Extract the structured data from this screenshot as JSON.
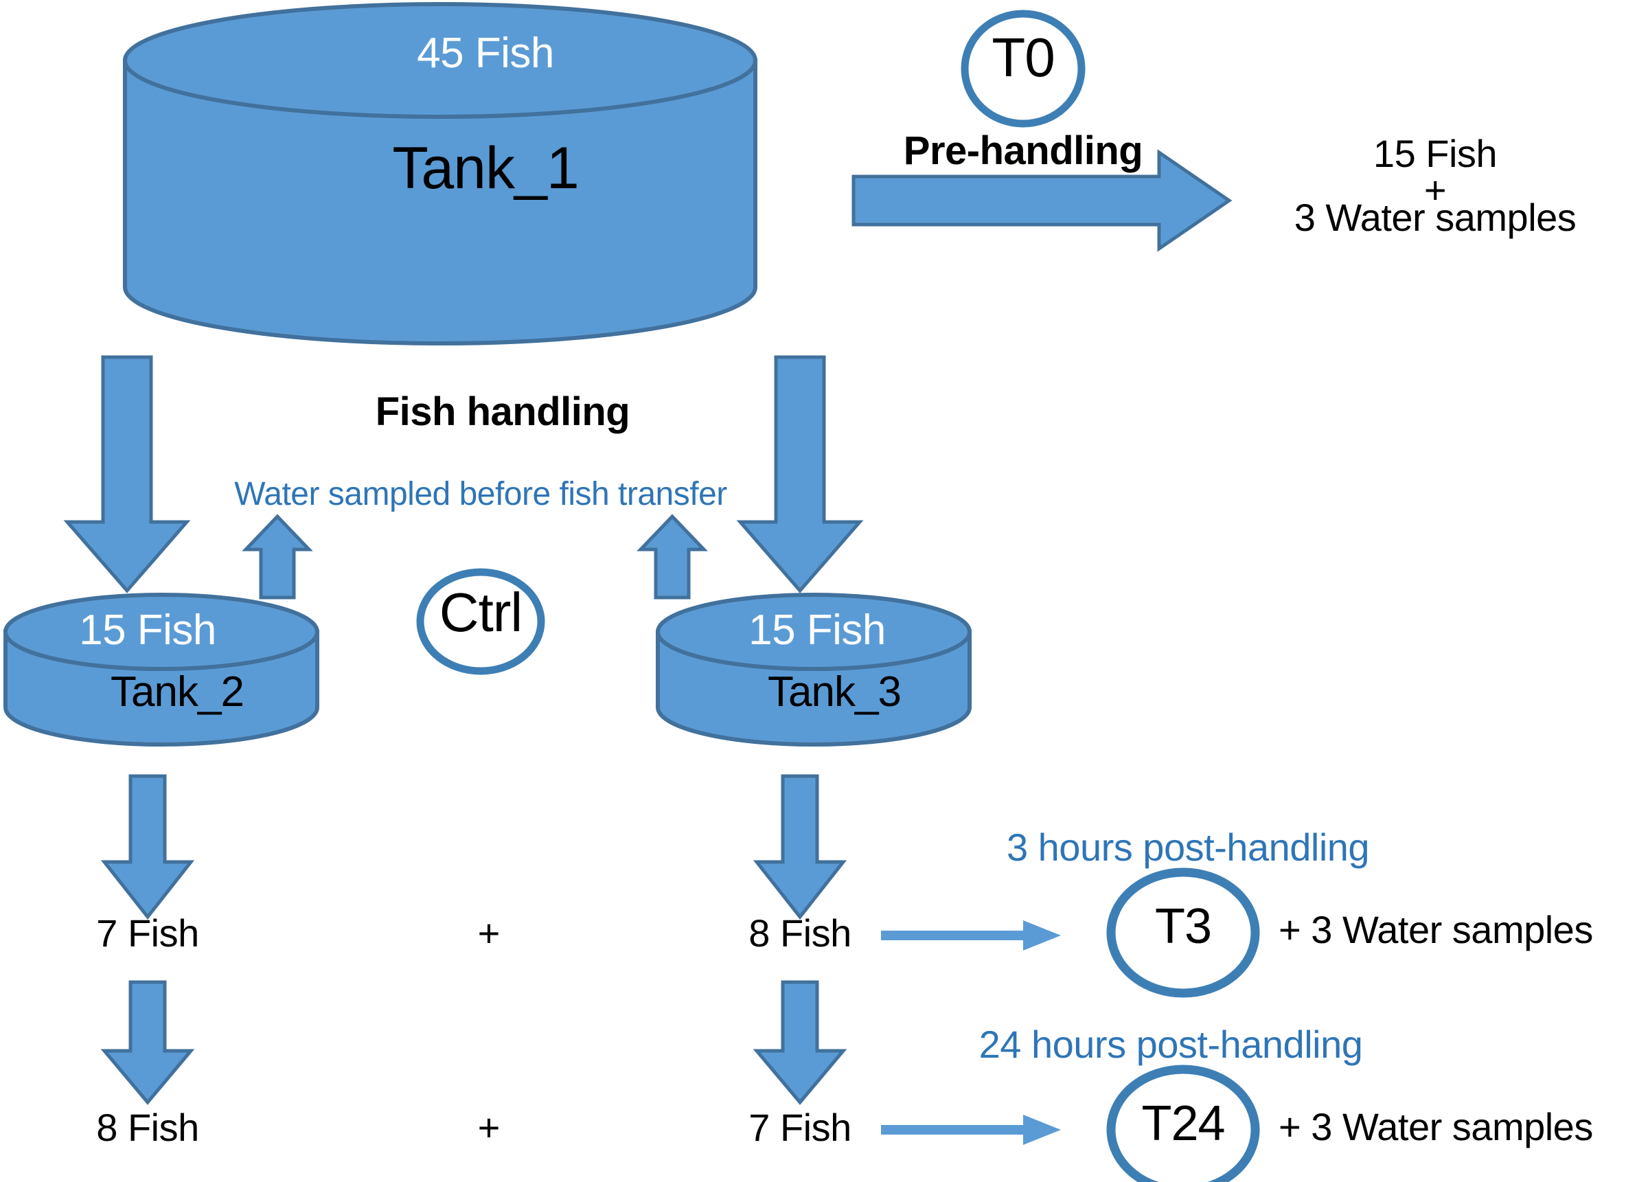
{
  "figure": {
    "title": "Fish handling experimental design flow diagram",
    "colors": {
      "tank_fill": "#5B9BD5",
      "tank_stroke": "#41719C",
      "arrow_fill": "#5B9BD5",
      "arrow_stroke": "#41719C",
      "badge_stroke": "#3D7FB5",
      "note_blue": "#2E75B6",
      "text_black": "#000000",
      "text_white": "#FFFFFF",
      "background": "#FFFFFF"
    }
  },
  "tanks": {
    "tank1": {
      "count_label": "45 Fish",
      "name": "Tank_1"
    },
    "tank2": {
      "count_label": "15 Fish",
      "name": "Tank_2"
    },
    "tank3": {
      "count_label": "15 Fish",
      "name": "Tank_3"
    }
  },
  "timepoints": {
    "t0": {
      "badge": "T0",
      "caption": "Pre-handling"
    },
    "t3": {
      "badge": "T3",
      "caption": "3 hours post-handling",
      "samples": "+ 3 Water samples"
    },
    "t24": {
      "badge": "T24",
      "caption": "24 hours post-handling",
      "samples": "+ 3 Water samples"
    },
    "ctrl": {
      "badge": "Ctrl"
    }
  },
  "labels": {
    "fish_handling": "Fish handling",
    "water_sampled": "Water sampled before fish transfer",
    "t0_output_line1": "15 Fish",
    "t0_output_line2": "+",
    "t0_output_line3": "3 Water samples",
    "row1_left_fish": "7 Fish",
    "row1_plus": "+",
    "row1_right_fish": "8 Fish",
    "row2_left_fish": "8 Fish",
    "row2_plus": "+",
    "row2_right_fish": "7 Fish"
  },
  "chart_data": {
    "type": "diagram",
    "title": "Fish handling experimental design",
    "nodes": [
      {
        "id": "tank1",
        "label": "Tank_1",
        "fish": 45,
        "shape": "cylinder"
      },
      {
        "id": "tank2",
        "label": "Tank_2",
        "fish": 15,
        "shape": "cylinder"
      },
      {
        "id": "tank3",
        "label": "Tank_3",
        "fish": 15,
        "shape": "cylinder"
      },
      {
        "id": "T0",
        "label": "T0",
        "caption": "Pre-handling",
        "fish_sampled": 15,
        "water_samples": 3
      },
      {
        "id": "Ctrl",
        "label": "Ctrl"
      },
      {
        "id": "T3",
        "label": "T3",
        "caption": "3 hours post-handling",
        "water_samples": 3,
        "fish_from_tank2": 7,
        "fish_from_tank3": 8
      },
      {
        "id": "T24",
        "label": "T24",
        "caption": "24 hours post-handling",
        "water_samples": 3,
        "fish_from_tank2": 8,
        "fish_from_tank3": 7
      }
    ],
    "edges": [
      {
        "from": "tank1",
        "to": "T0",
        "label": "Pre-handling"
      },
      {
        "from": "tank1",
        "to": "tank2",
        "label": "Fish handling"
      },
      {
        "from": "tank1",
        "to": "tank3",
        "label": "Fish handling"
      },
      {
        "from": "tank2",
        "to": "T3",
        "label": "7 Fish"
      },
      {
        "from": "tank3",
        "to": "T3",
        "label": "8 Fish"
      },
      {
        "from": "tank2",
        "to": "T24",
        "label": "8 Fish"
      },
      {
        "from": "tank3",
        "to": "T24",
        "label": "7 Fish"
      },
      {
        "from": "water",
        "to": "tank2",
        "label": "Water sampled before fish transfer"
      },
      {
        "from": "water",
        "to": "tank3",
        "label": "Water sampled before fish transfer"
      }
    ]
  }
}
